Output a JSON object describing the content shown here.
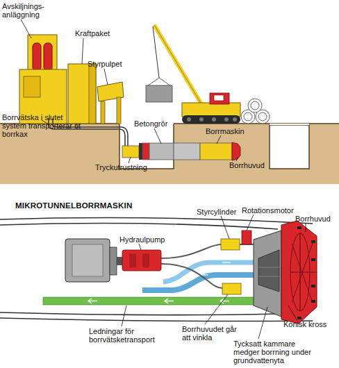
{
  "diagram": {
    "title": "MIKROTUNNELBORRMASKIN",
    "labels": [
      "Avskiljnings- anläggning",
      "Kraftpaket",
      "Styrpulpet",
      "Borrvätska i slutet system transporterar ut borrkax",
      "Betongrör",
      "Borrmaskin",
      "Borrhuvud",
      "Tryckutrustning",
      "Styrcylinder",
      "Rotationsmotor",
      "Borrhuvud",
      "Hydraulpump",
      "Ledningar för borrvätsketransport",
      "Borrhuvudet går att vinkla",
      "Tycksatt kammare medger borrning under grundvattenyta",
      "Konisk kross"
    ]
  }
}
